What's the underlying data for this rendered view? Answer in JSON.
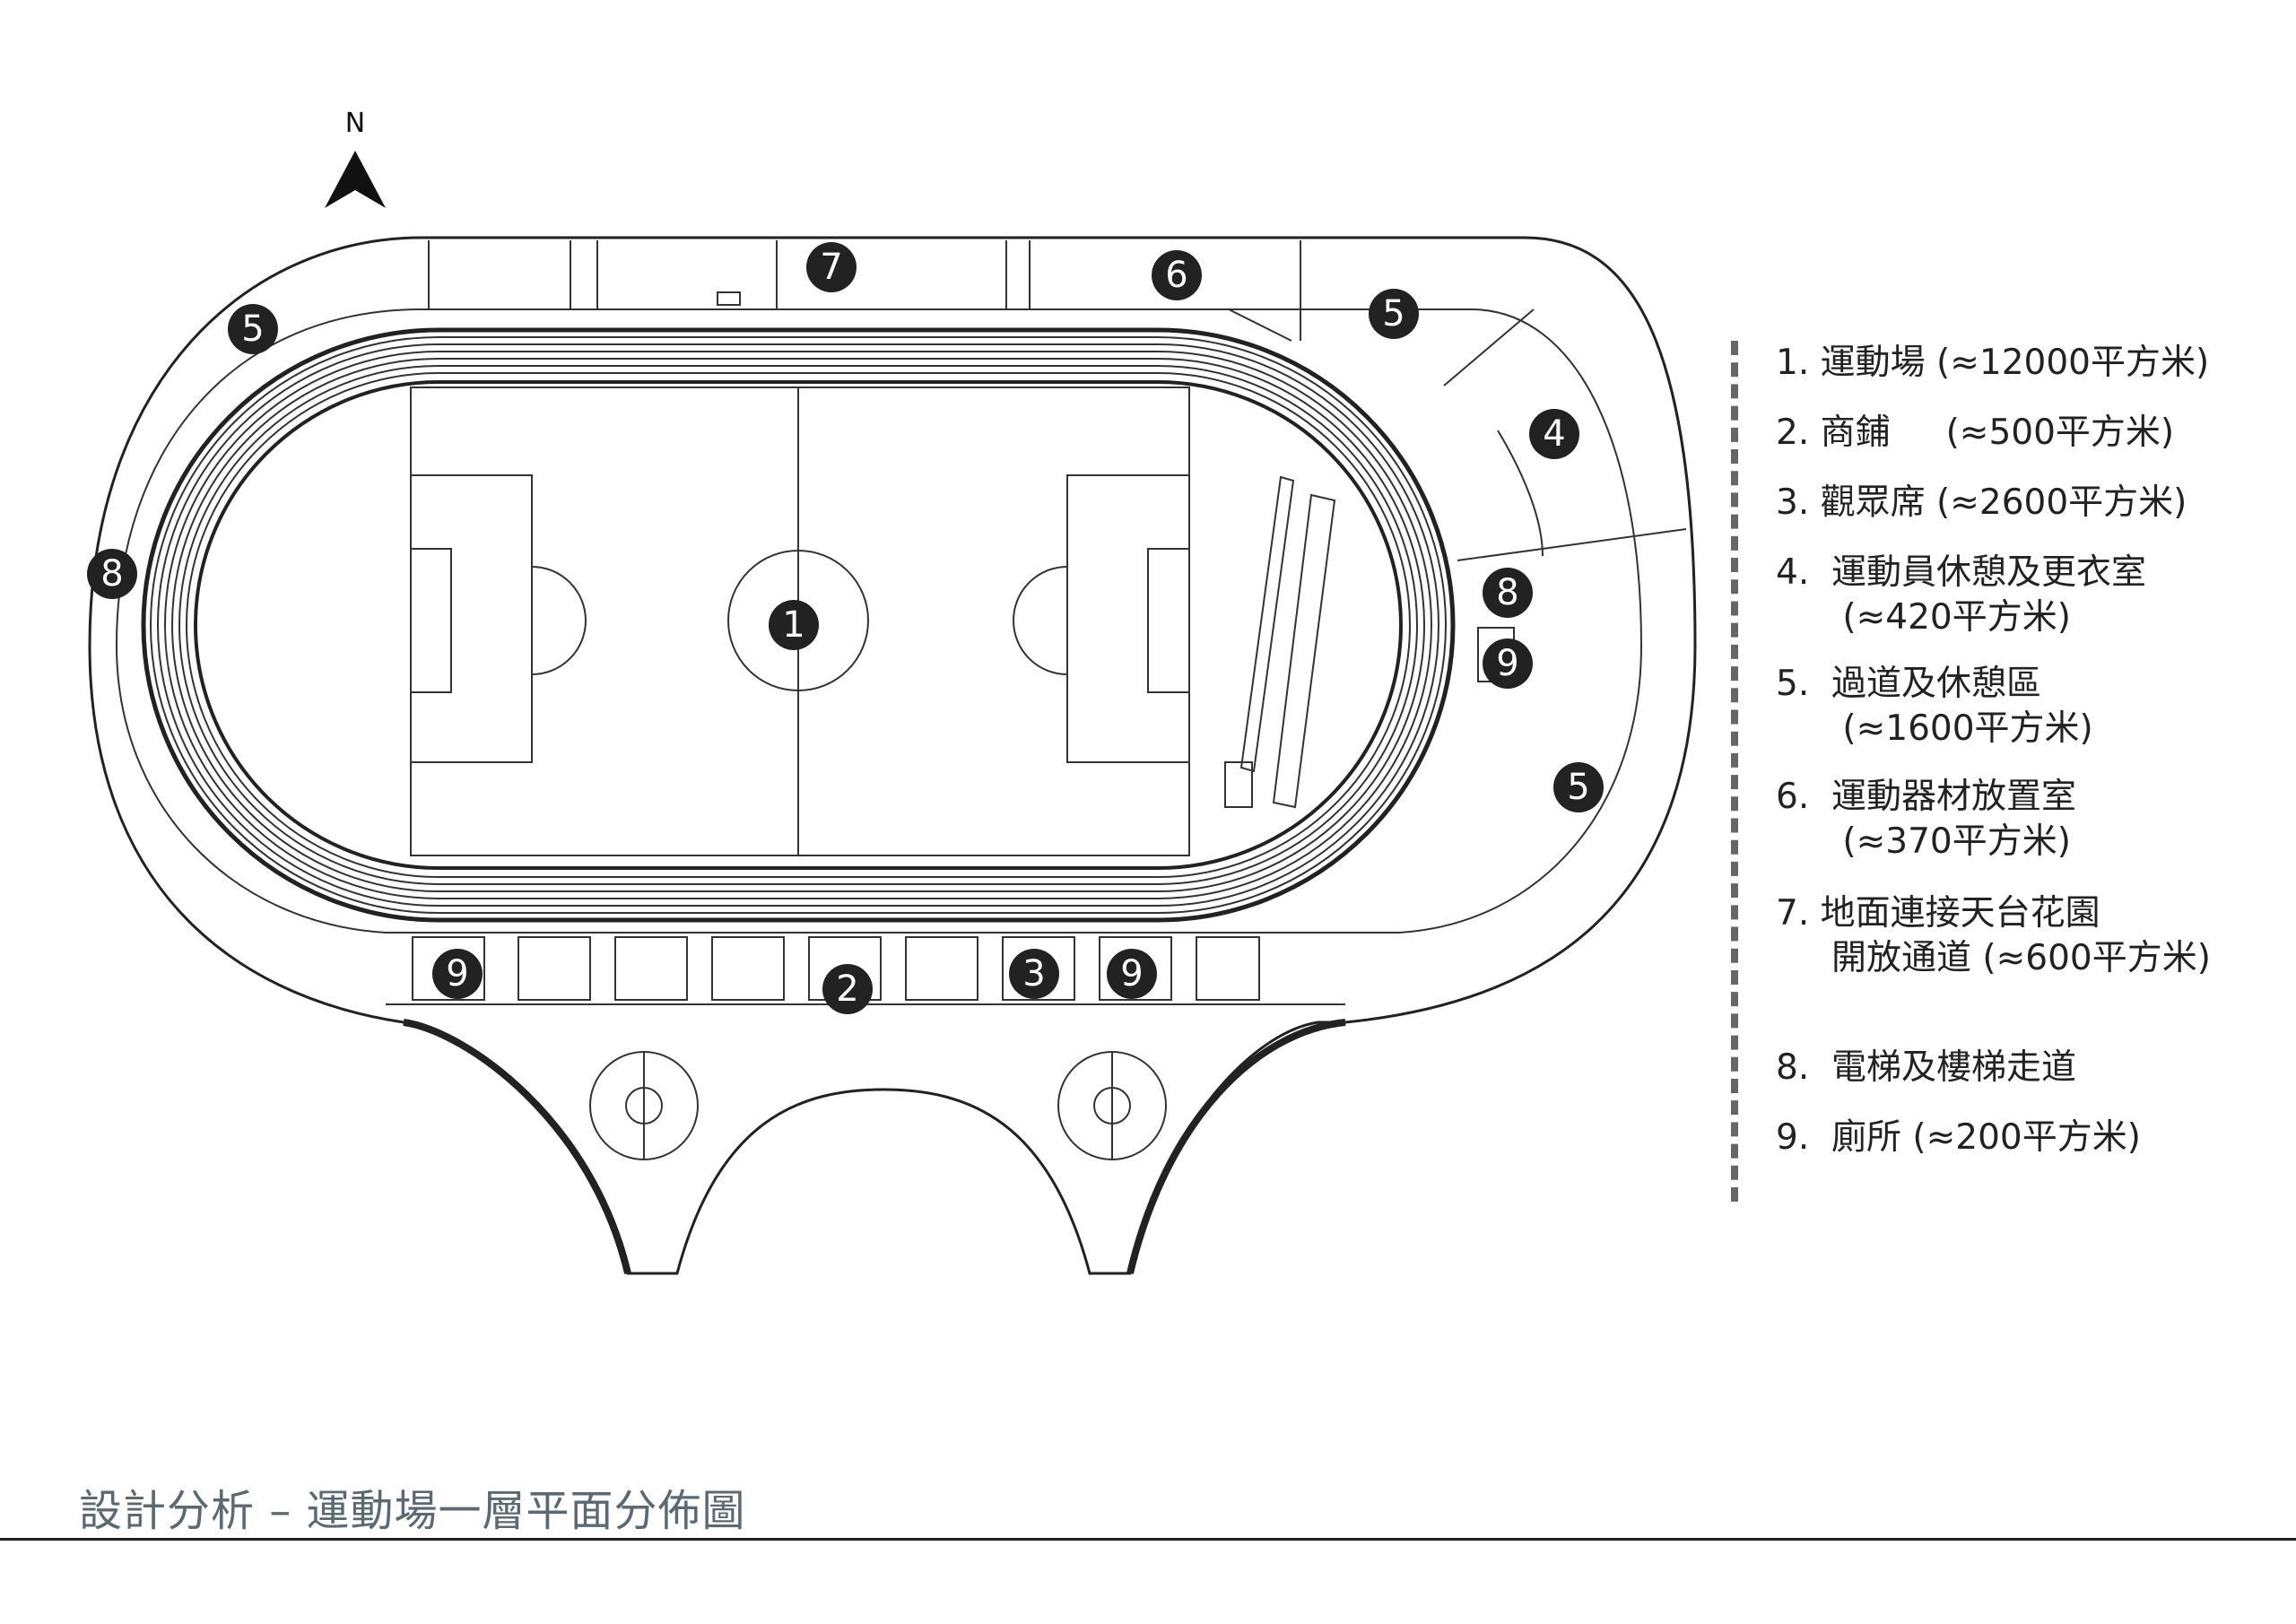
{
  "north": {
    "label": "N"
  },
  "markers": [
    "1",
    "2",
    "3",
    "4",
    "5",
    "6",
    "7",
    "8",
    "9"
  ],
  "legend": {
    "items": [
      "1. 運動場 (≈12000平方米)",
      "2. 商鋪     (≈500平方米)",
      "3. 觀眾席 (≈2600平方米)",
      "4.  運動員休憩及更衣室",
      "      (≈420平方米)",
      "5.  過道及休憩區",
      "      (≈1600平方米)",
      "6.  運動器材放置室",
      "      (≈370平方米)",
      "7. 地面連接天台花園",
      "     開放通道 (≈600平方米)",
      "8.  電梯及樓梯走道",
      "9.  廁所 (≈200平方米)"
    ]
  },
  "caption": "設計分析 – 運動場一層平面分佈圖"
}
